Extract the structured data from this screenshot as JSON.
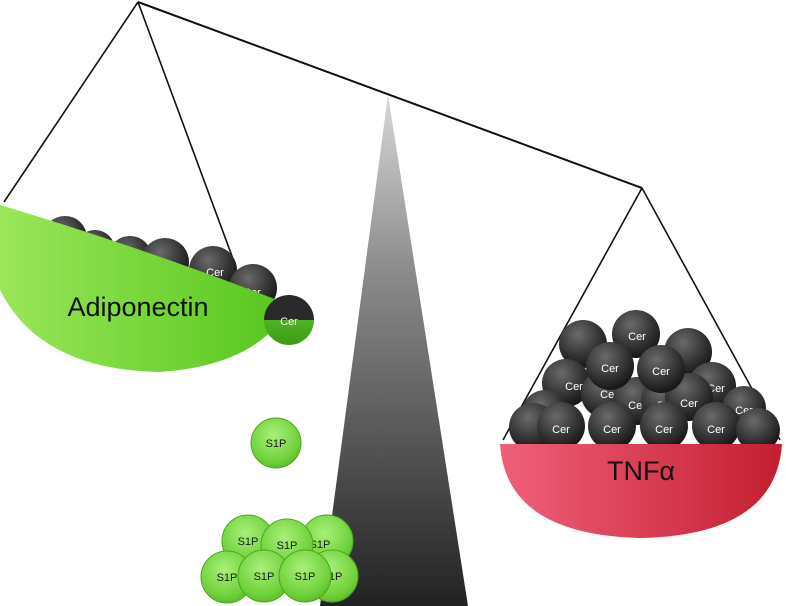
{
  "left_pan": {
    "label": "Adiponectin"
  },
  "right_pan": {
    "label": "TNFα"
  },
  "ceramide": {
    "label": "Cer"
  },
  "sphingosine_1_phosphate": {
    "label": "S1P"
  },
  "colors": {
    "adiponectin_green": "#7bdc3c",
    "tnf_red": "#d8324a",
    "ceramide_dark": "#3a3a3a",
    "s1p_green": "#7cd947",
    "fulcrum_dark": "#2e2e2e"
  }
}
